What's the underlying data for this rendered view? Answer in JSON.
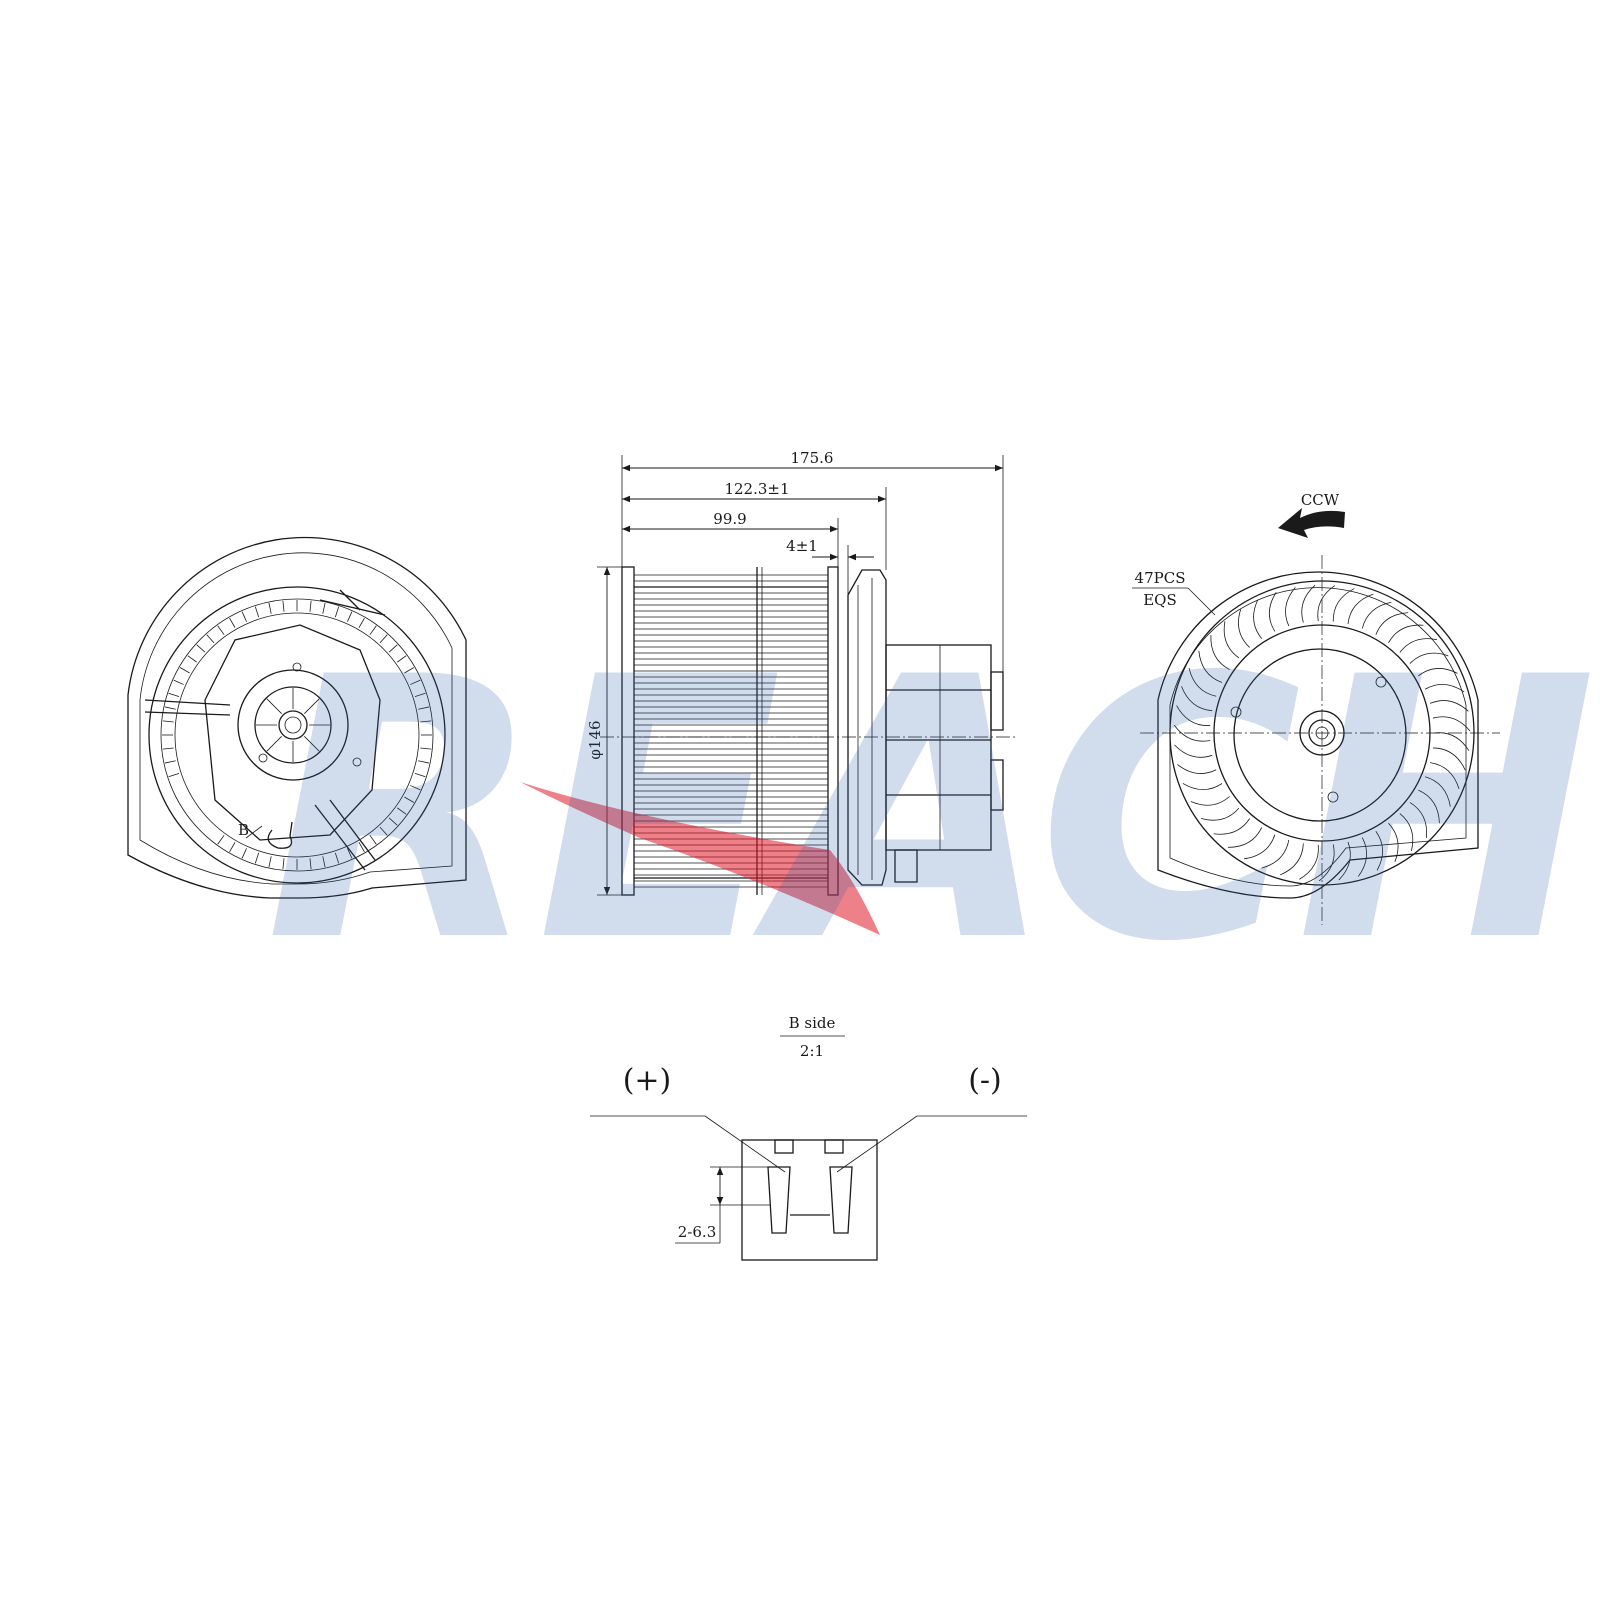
{
  "watermark": {
    "text": "REACH",
    "color": "#2f5fa8",
    "accent_color": "#e0182a"
  },
  "side_view": {
    "dim_overall": "175.6",
    "dim_motor": "122.3±1",
    "dim_wheel": "99.9",
    "dim_gap": "4±1",
    "dim_diameter": "φ146"
  },
  "rear_view": {
    "detail_callout": "B"
  },
  "front_view": {
    "rotation": "CCW",
    "blade_count": "47PCS",
    "blade_spacing": "EQS"
  },
  "connector_detail": {
    "title": "B side",
    "scale": "2:1",
    "positive_label": "(+)",
    "negative_label": "(-)",
    "terminal_spec": "2-6.3"
  }
}
